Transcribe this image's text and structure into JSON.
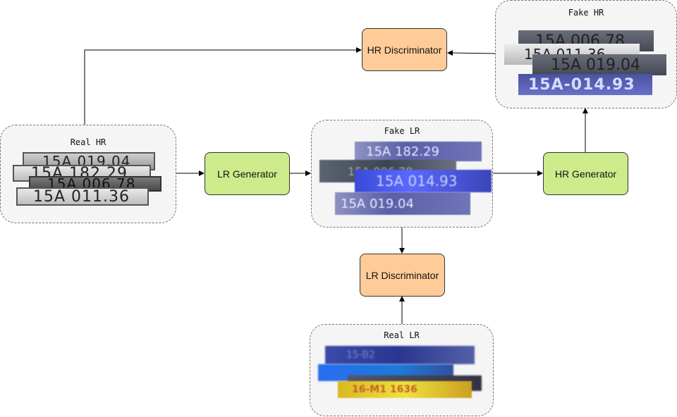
{
  "groups": {
    "real_hr": {
      "title": "Real HR"
    },
    "fake_lr": {
      "title": "Fake LR"
    },
    "fake_hr": {
      "title": "Fake HR"
    },
    "real_lr": {
      "title": "Real LR"
    }
  },
  "nodes": {
    "lr_generator": "LR Generator",
    "hr_generator": "HR Generator",
    "hr_discriminator": "HR Discriminator",
    "lr_discriminator": "LR Discriminator"
  },
  "plates": {
    "real_hr": [
      "15A 019.04",
      "15A 182.29",
      "15A 006.78",
      "15A 011.36"
    ],
    "fake_lr": [
      "15A 182.29",
      "15A 006.78",
      "15A 014.93",
      "15A 019.04"
    ],
    "fake_hr": [
      "15A 006.78",
      "15A 011.36",
      "15A 019.04",
      "15A-014.93"
    ],
    "real_lr": [
      "15-B2",
      "",
      "16-M1 1636",
      ""
    ]
  },
  "colors": {
    "generator_fill": "#cdeb8b",
    "discriminator_fill": "#ffcc99",
    "group_fill": "#f5f5f5",
    "arrow": "#000000"
  }
}
